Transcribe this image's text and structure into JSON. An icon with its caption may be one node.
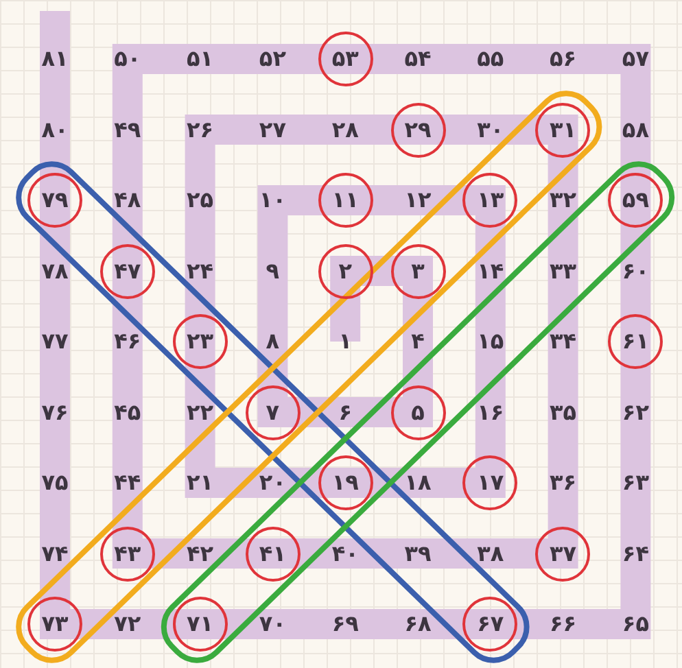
{
  "diagram": {
    "nodes": [
      {
        "text": [
          "۵۳"
        ]
      },
      {
        "text": [
          "۲۹"
        ]
      },
      {
        "text": [
          "۳۱"
        ]
      },
      {
        "text": [
          "۷۹"
        ]
      },
      {
        "text": [
          "۱۱"
        ]
      },
      {
        "text": [
          "۱۳"
        ]
      },
      {
        "text": [
          "۵۹"
        ]
      },
      {
        "text": [
          "۴۷"
        ]
      },
      {
        "text": [
          "۲"
        ]
      },
      {
        "text": [
          "۳"
        ]
      },
      {
        "text": [
          "۲۳"
        ]
      },
      {
        "text": [
          "۶۱"
        ]
      },
      {
        "text": [
          "۷"
        ]
      },
      {
        "text": [
          "۵"
        ]
      },
      {
        "text": [
          "۱۹"
        ]
      },
      {
        "text": [
          "۱۷"
        ]
      },
      {
        "text": [
          "۴۳"
        ]
      },
      {
        "text": [
          "۴۱"
        ]
      },
      {
        "text": [
          "۳۷"
        ]
      },
      {
        "text": [
          "۷۳"
        ]
      },
      {
        "text": [
          "۷۱"
        ]
      },
      {
        "text": [
          "۶۷"
        ]
      }
    ],
    "labels": [
      "۸۱",
      "۵۰",
      "۵۱",
      "۵۲",
      "۵۴",
      "۵۵",
      "۵۶",
      "۵۷",
      "۸۰",
      "۴۹",
      "۲۶",
      "۲۷",
      "۲۸",
      "۳۰",
      "۵۸",
      "۴۸",
      "۲۵",
      "۱۰",
      "۱۲",
      "۳۲",
      "۷۸",
      "۲۴",
      "۹",
      "۱۴",
      "۳۳",
      "۶۰",
      "۷۷",
      "۴۶",
      "۸",
      "۱",
      "۴",
      "۱۵",
      "۳۴",
      "۷۶",
      "۴۵",
      "۲۲",
      "۶",
      "۱۶",
      "۳۵",
      "۶۲",
      "۷۵",
      "۴۴",
      "۲۱",
      "۲۰",
      "۱۸",
      "۳۶",
      "۶۳",
      "۷۴",
      "۴۲",
      "۴۰",
      "۳۹",
      "۳۸",
      "۶۴",
      "۷۲",
      "۷۰",
      "۶۹",
      "۶۸",
      "۶۶",
      "۶۵"
    ]
  }
}
